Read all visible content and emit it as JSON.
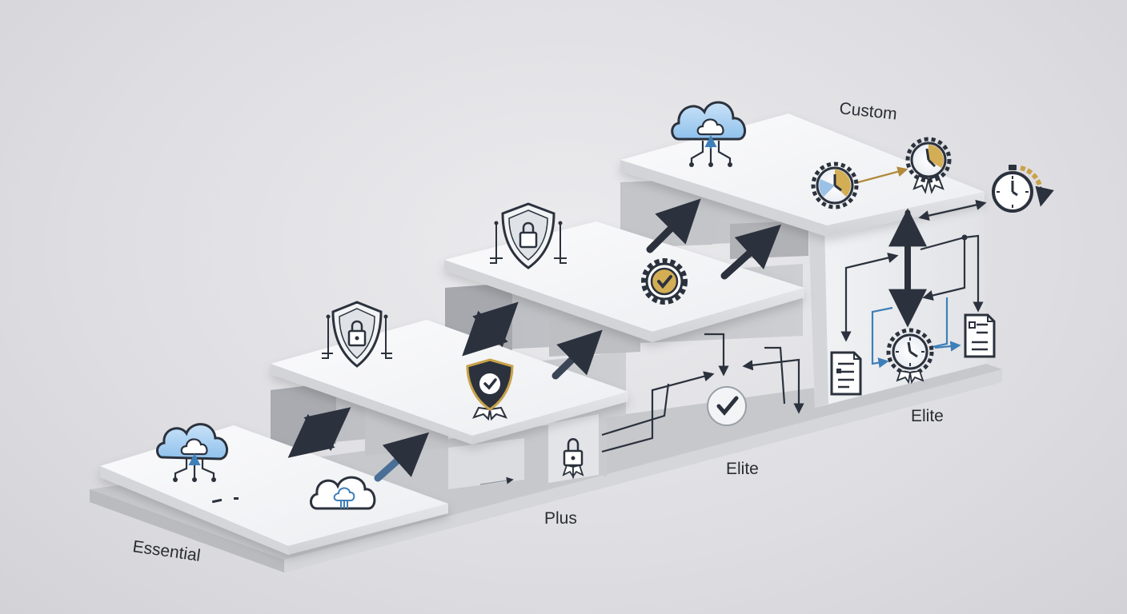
{
  "diagram": {
    "tiers": [
      {
        "id": "essential",
        "label": "Essential"
      },
      {
        "id": "plus",
        "label": "Plus"
      },
      {
        "id": "elite-mid",
        "label": "Elite"
      },
      {
        "id": "elite-right",
        "label": "Elite"
      },
      {
        "id": "custom",
        "label": "Custom"
      }
    ],
    "icons": [
      "cloud-network-icon",
      "cloud-upload-icon",
      "shield-lock-icon",
      "shield-check-icon",
      "gear-check-icon",
      "lock-badge-icon",
      "check-circle-icon",
      "stopwatch-badge-icon",
      "stopwatch-icon",
      "document-icon",
      "arrow-icon"
    ],
    "colors": {
      "navy": "#2b323d",
      "slate_blue": "#4a6f96",
      "accent_gold": "#c9a24a",
      "cloud_blue": "#8fc1ec",
      "sky_blue": "#3f7fb8"
    }
  }
}
